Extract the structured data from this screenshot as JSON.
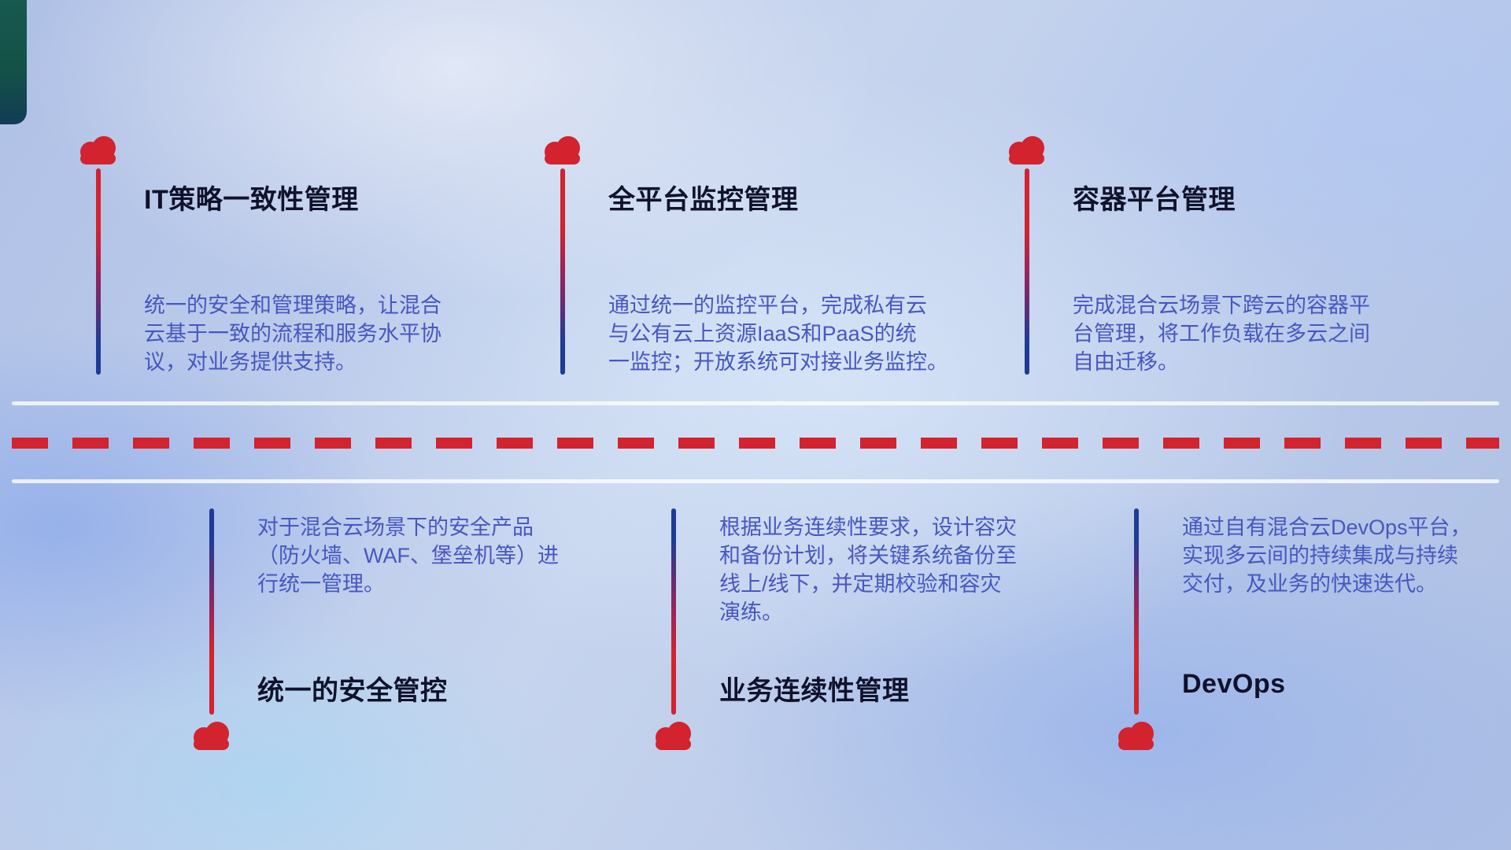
{
  "colors": {
    "accent_red": "#d2232e",
    "line_blue": "#1e3c96",
    "title_color": "#10122b",
    "desc_color": "#4757c1",
    "divider_color": "rgba(255,255,255,0.78)"
  },
  "items": {
    "top": [
      {
        "title": "IT策略一致性管理",
        "description": "统一的安全和管理策略，让混合\n云基于一致的流程和服务水平协\n议，对业务提供支持。"
      },
      {
        "title": "全平台监控管理",
        "description": "通过统一的监控平台，完成私有云\n与公有云上资源IaaS和PaaS的统\n一监控；开放系统可对接业务监控。"
      },
      {
        "title": "容器平台管理",
        "description": "完成混合云场景下跨云的容器平\n台管理，将工作负载在多云之间\n自由迁移。"
      }
    ],
    "bottom": [
      {
        "title": "统一的安全管控",
        "description": "对于混合云场景下的安全产品\n（防火墙、WAF、堡垒机等）进\n行统一管理。"
      },
      {
        "title": "业务连续性管理",
        "description": "根据业务连续性要求，设计容灾\n和备份计划，将关键系统备份至\n线上/线下，并定期校验和容灾\n演练。"
      },
      {
        "title": "DevOps",
        "description": "通过自有混合云DevOps平台，\n实现多云间的持续集成与持续\n交付，及业务的快速迭代。"
      }
    ]
  }
}
